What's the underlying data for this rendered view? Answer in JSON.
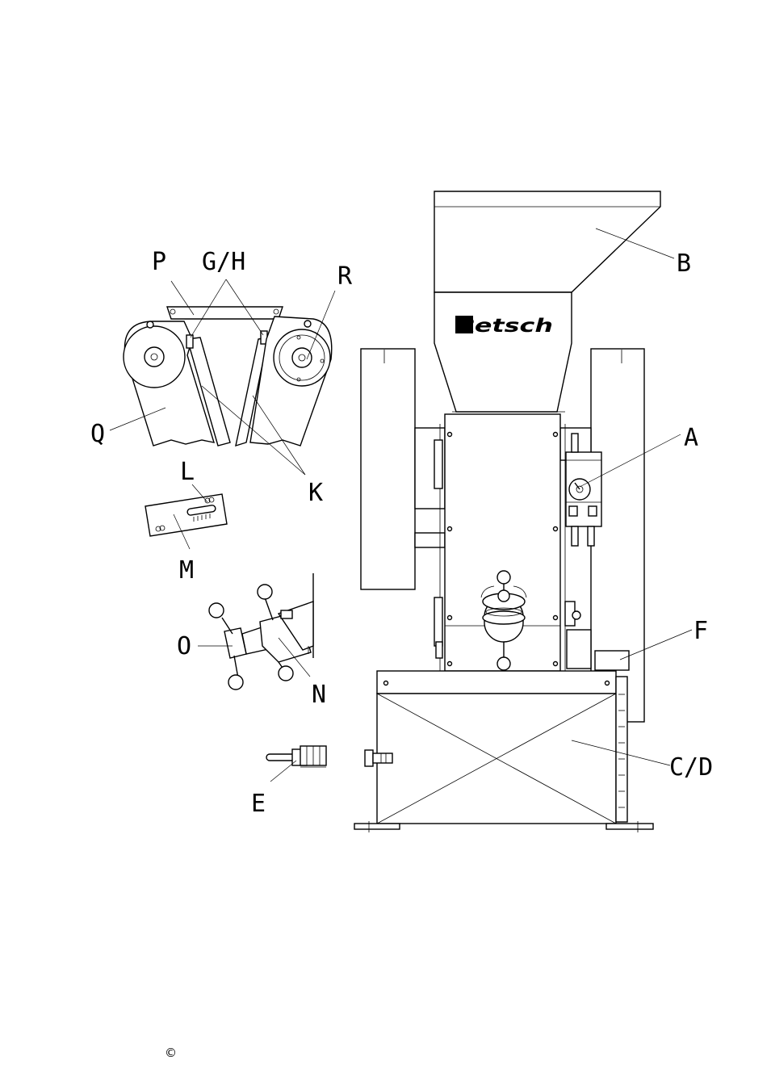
{
  "brand": {
    "logo_text": "Retsch"
  },
  "labels": {
    "A": "A",
    "B": "B",
    "CD": "C/D",
    "E": "E",
    "F": "F",
    "GH": "G/H",
    "K": "K",
    "L": "L",
    "M": "M",
    "N": "N",
    "O": "O",
    "P": "P",
    "Q": "Q",
    "R": "R"
  },
  "footer": {
    "copyright": "©"
  }
}
